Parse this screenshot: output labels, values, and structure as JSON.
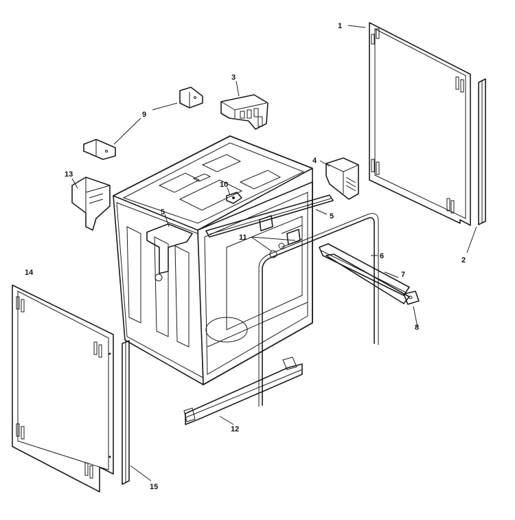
{
  "callouts": {
    "c1": "1",
    "c2": "2",
    "c3": "3",
    "c4": "4",
    "c5a": "5",
    "c5b": "5",
    "c6": "6",
    "c7": "7",
    "c8": "8",
    "c9": "9",
    "c10": "10",
    "c11": "11",
    "c12": "12",
    "c13": "13",
    "c14": "14",
    "c15": "15"
  }
}
